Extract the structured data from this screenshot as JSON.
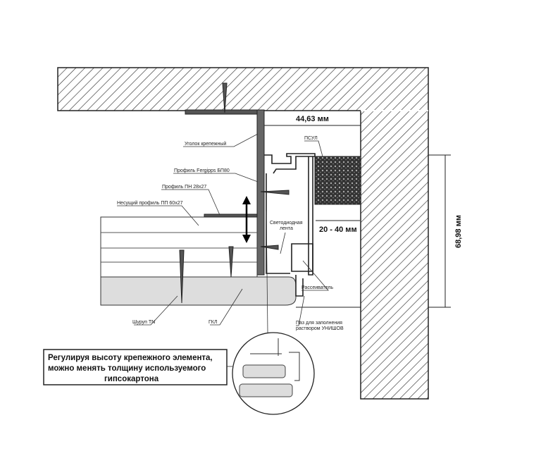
{
  "dimensions": {
    "top_width": "44,63 мм",
    "gap": "20 - 40 мм",
    "height": "68,98 мм"
  },
  "labels": {
    "corner": "Уголок крепежный",
    "profile_bp80": "Профиль Fergipps БП80",
    "profile_pn": "Профиль ПН 28х27",
    "profile_pp": "Несущий профиль ПП 60х27",
    "psul": "ПСУЛ",
    "led_line1": "Светодиодная",
    "led_line2": "лента",
    "diffuser": "Рассеиватель",
    "screw": "Шуруп TN",
    "gkl": "ГКЛ",
    "groove_line1": "Паз для заполнения",
    "groove_line2": "раствором УНИШОВ"
  },
  "note": {
    "line1": "Регулируя высоту крепежного элемента,",
    "line2": "можно менять толщину используемого",
    "line3": "гипсокартона"
  }
}
